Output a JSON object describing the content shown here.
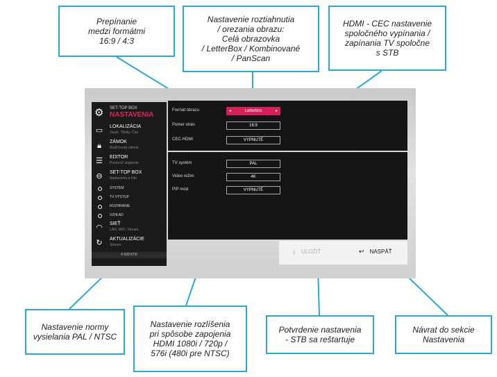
{
  "callouts": {
    "format_switch": "Prepínanie\nmedzi formátmi\n16:9 / 4:3",
    "stretch": "Nastavenie roztiahnutia\n/ orezania obrazu:\nCelá obrazovka\n/ LetterBox / Kombinované\n/ PanScan",
    "hdmi_cec": "HDMI - CEC nastavenie\nspoločného vypínania /\nzapínania TV spoločne\ns STB",
    "tv_norm": "Nastavenie normy\nvysielania PAL / NTSC",
    "resolution": "Nastavenie rozlíšenia\npri spôsobe zapojenia\nHDMI 1080i / 720p /\n576i (480i pre NTSC)",
    "confirm": "Potvrdenie nastavenia\n- STB sa reštartuje",
    "back": "Návrat do sekcie\nNastavenia"
  },
  "brand": {
    "small": "SET-TOP BOX",
    "big": "NASTAVENIA",
    "icon": "gears-icon"
  },
  "menu": [
    {
      "label": "LOKALIZÁCIA",
      "sub": "Jazyk, Titulky, Čas",
      "icon": "monitor-icon"
    },
    {
      "label": "ZÁMOK",
      "sub": "Rodičovský zámok",
      "icon": "lock-icon"
    },
    {
      "label": "EDITOR",
      "sub": "Presun/Z stuplenie",
      "icon": "list-icon"
    },
    {
      "label": "SET-TOP BOX",
      "sub": "Nastavenia a Info",
      "icon": "stb-icon"
    }
  ],
  "submenu": [
    "SYSTÉM",
    "TV VÝSTUP",
    "ROZHRANIE",
    "VZHĽAD"
  ],
  "menu_bottom": [
    {
      "label": "SIEŤ",
      "sub": "LAN, WiFi, Stream",
      "icon": "wifi-icon"
    },
    {
      "label": "AKTUALIZÁCIE",
      "sub": "Stream",
      "icon": "update-icon"
    }
  ],
  "credit": "4 500 KTK",
  "settings": {
    "format_label": "Formát obrazu",
    "format_value": "Letterbox",
    "ratio_label": "Pomer strán",
    "ratio_value": "16:9",
    "cec_label": "CEC-HDMI",
    "cec_value": "VYPNUTÉ",
    "tvsystem_label": "TV systém",
    "tvsystem_value": "PAL",
    "video_label": "Video režim",
    "video_value": "4K",
    "pip_label": "PIP mód",
    "pip_value": "VYPNUTÉ"
  },
  "buttons": {
    "save": "ULOŽIŤ",
    "back": "NASPÄŤ"
  },
  "colors": {
    "accent": "#2aa7dc",
    "brand": "#e0245e"
  }
}
